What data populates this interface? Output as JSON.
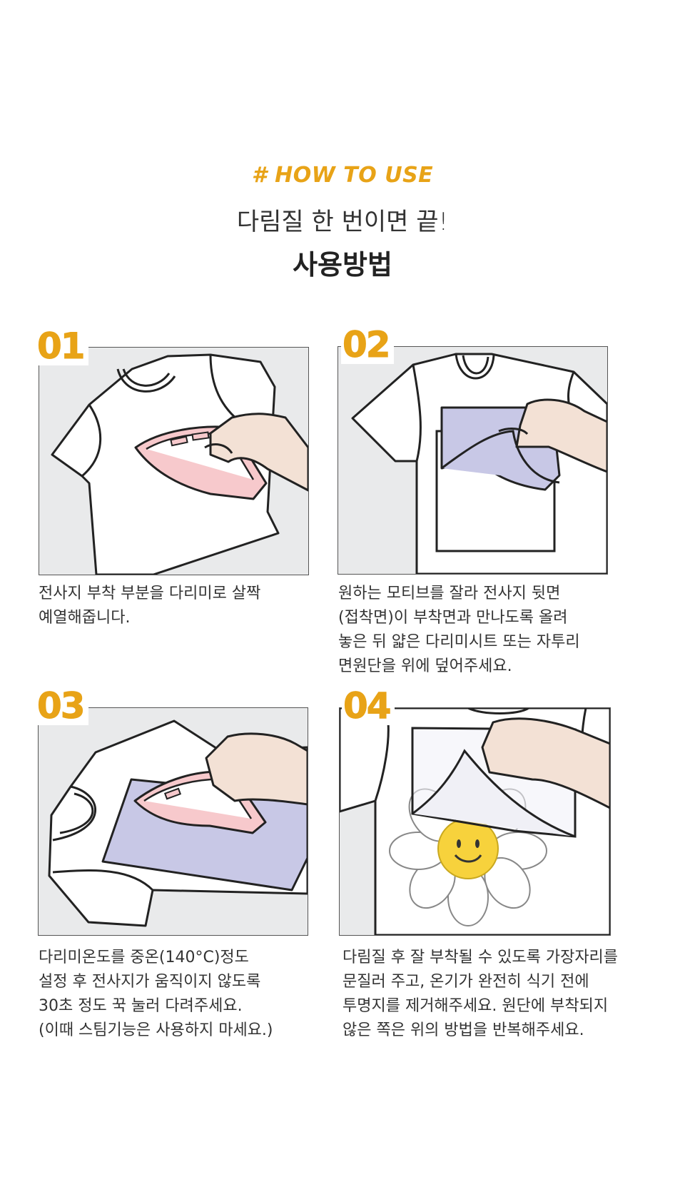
{
  "header": {
    "tag": "# HOW TO USE",
    "subtitle": "다림질 한 번이면 끝!",
    "title": "사용방법"
  },
  "steps": [
    {
      "number": "01",
      "text": "전사지 부착 부분을 다리미로 살짝\n예열해줍니다."
    },
    {
      "number": "02",
      "text": "원하는 모티브를 잘라 전사지 뒷면\n(접착면)이 부착면과 만나도록 올려\n놓은 뒤 얇은 다리미시트 또는 자투리\n면원단을 위에 덮어주세요."
    },
    {
      "number": "03",
      "text": "다리미온도를 중온(140°C)정도\n설정 후 전사지가 움직이지 않도록\n30초 정도 꾹 눌러 다려주세요.\n(이때 스팀기능은 사용하지 마세요.)"
    },
    {
      "number": "04",
      "text": "다림질 후 잘 부착될 수 있도록 가장자리를\n문질러 주고, 온기가 완전히 식기 전에\n투명지를 제거해주세요. 원단에 부착되지\n않은 쪽은 위의 방법을 반복해주세요."
    }
  ],
  "colors": {
    "accent": "#e8a317",
    "panel_bg": "#e9eaeb",
    "skin": "#f3e1d5",
    "iron_pink": "#f7c9cc",
    "sheet_lavender": "#c8c8e6",
    "smiley_yellow": "#f7d23c"
  }
}
